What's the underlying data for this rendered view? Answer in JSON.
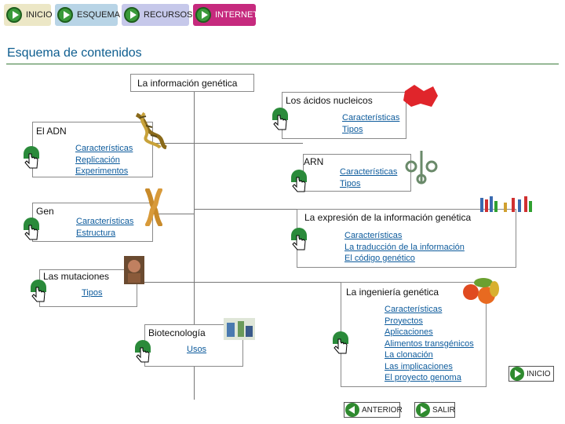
{
  "nav": {
    "inicio": "INICIO",
    "esquema": "ESQUEMA",
    "recursos": "RECURSOS",
    "internet": "INTERNET"
  },
  "page_title": "Esquema de contenidos",
  "root": {
    "title": "La información genética"
  },
  "acidos": {
    "title": "Los ácidos nucleicos",
    "links": [
      "Características",
      "Tipos"
    ]
  },
  "adn": {
    "title": "El ADN",
    "links": [
      "Características",
      "Replicación",
      "Experimentos"
    ]
  },
  "arn": {
    "title": "ARN",
    "links": [
      "Características",
      "Tipos"
    ]
  },
  "gen": {
    "title": "Gen",
    "links": [
      "Características",
      "Estructura"
    ]
  },
  "expresion": {
    "title": "La expresión de la información genética",
    "links": [
      "Características",
      "La traducción de la información",
      "El código genético"
    ]
  },
  "mutaciones": {
    "title": "Las mutaciones",
    "links": [
      "Tipos"
    ]
  },
  "ingenieria": {
    "title": "La ingeniería genética",
    "links": [
      "Características",
      "Proyectos",
      "Aplicaciones",
      "Alimentos transgénicos",
      "La clonación",
      "Las implicaciones",
      "El proyecto genoma"
    ]
  },
  "biotec": {
    "title": "Biotecnología",
    "links": [
      "Usos"
    ]
  },
  "buttons": {
    "inicio": "INICIO",
    "anterior": "ANTERIOR",
    "salir": "SALIR"
  },
  "colors": {
    "nav_green": "#3a9a3a",
    "link_blue": "#0d5b9c",
    "title_blue": "#0d5d8f",
    "internet_bg": "#c62a7e"
  },
  "icons": [
    "play-icon",
    "hand-cursor-icon",
    "back-arrow-icon"
  ]
}
